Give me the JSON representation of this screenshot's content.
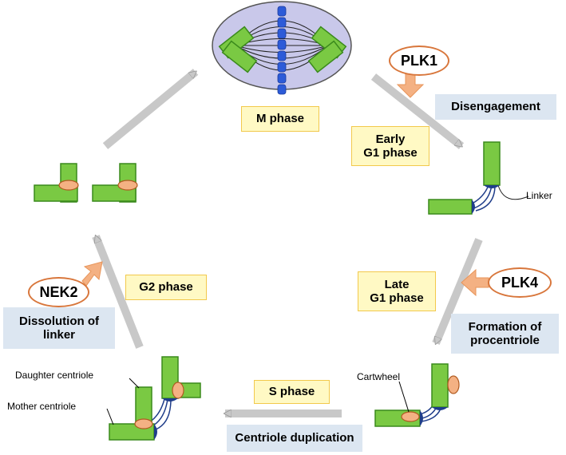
{
  "phases": {
    "m": "M phase",
    "early_g1_line1": "Early",
    "early_g1_line2": "G1 phase",
    "late_g1_line1": "Late",
    "late_g1_line2": "G1 phase",
    "s": "S phase",
    "g2": "G2 phase"
  },
  "processes": {
    "disengagement": "Disengagement",
    "formation_line1": "Formation of",
    "formation_line2": "procentriole",
    "duplication": "Centriole duplication",
    "dissolution_line1": "Dissolution of",
    "dissolution_line2": "linker"
  },
  "kinases": {
    "plk1": "PLK1",
    "plk4": "PLK4",
    "nek2": "NEK2"
  },
  "structure_labels": {
    "linker": "Linker",
    "cartwheel": "Cartwheel",
    "daughter": "Daughter centriole",
    "mother": "Mother centriole"
  },
  "colors": {
    "centriole_fill": "#7ac943",
    "centriole_stroke": "#3a8a1c",
    "cartwheel_fill": "#f4b183",
    "linker": "#1f3d8a",
    "arrow_gray": "#c8c8c8",
    "kinase_arrow": "#f4b183",
    "phase_box": "#fff9c4",
    "process_box": "#dce6f1",
    "cell": "#c9c8ea",
    "chromosome": "#2d5bd8"
  }
}
